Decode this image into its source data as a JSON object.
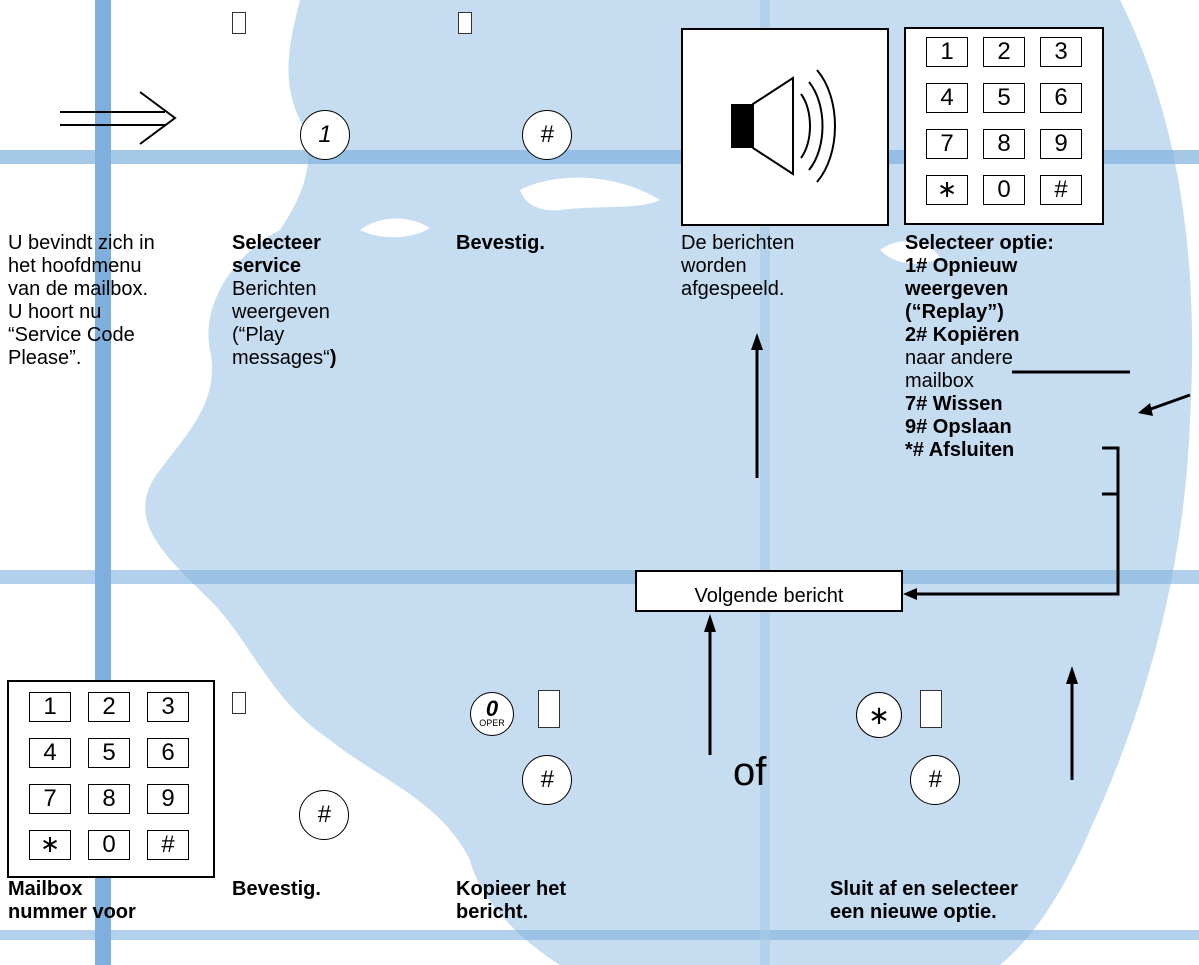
{
  "steps": {
    "intro": [
      "U bevindt zich in",
      "het hoofdmenu",
      "van de mailbox.",
      "U hoort nu",
      "“Service Code",
      "Please”."
    ],
    "select_service": {
      "bold1": "Selecteer",
      "bold2": "service",
      "lines": [
        "Berichten",
        "weergeven",
        "(“Play"
      ],
      "last": "messages“",
      "last_bold": ")"
    },
    "confirm_top": "Bevestig.",
    "played": [
      "De berichten",
      "worden",
      "afgespeeld."
    ],
    "options": {
      "title": "Selecteer optie:",
      "o1a": "1# Opnieuw",
      "o1b": "weergeven",
      "o1c": "(“Replay”)",
      "o2": "2# Kopiëren",
      "o2n1": "naar andere",
      "o2n2": "mailbox",
      "o7": "7# Wissen",
      "o9": "9# Opslaan",
      "ostar": "*# Afsluiten"
    },
    "next_message": "Volgende bericht",
    "or_label": "of",
    "mailbox_caption": [
      "Mailbox",
      "nummer voor"
    ],
    "confirm_bottom": "Bevestig.",
    "copy_caption": [
      "Kopieer het",
      "bericht."
    ],
    "close_caption": [
      "Sluit af en selecteer",
      "een nieuwe optie."
    ]
  },
  "keys": {
    "one": "1",
    "hash": "#",
    "zero": "0",
    "oper": "OPER",
    "star": "∗"
  },
  "keypad": {
    "rows": [
      [
        "1",
        "2",
        "3"
      ],
      [
        "4",
        "5",
        "6"
      ],
      [
        "7",
        "8",
        "9"
      ],
      [
        "∗",
        "0",
        "#"
      ]
    ]
  },
  "colors": {
    "map_blue": "#c5dcf1",
    "grid_blue": "#7fb0dd"
  },
  "icons": [
    "arrow-right-icon",
    "speaker-icon",
    "placeholder-square-icon"
  ]
}
